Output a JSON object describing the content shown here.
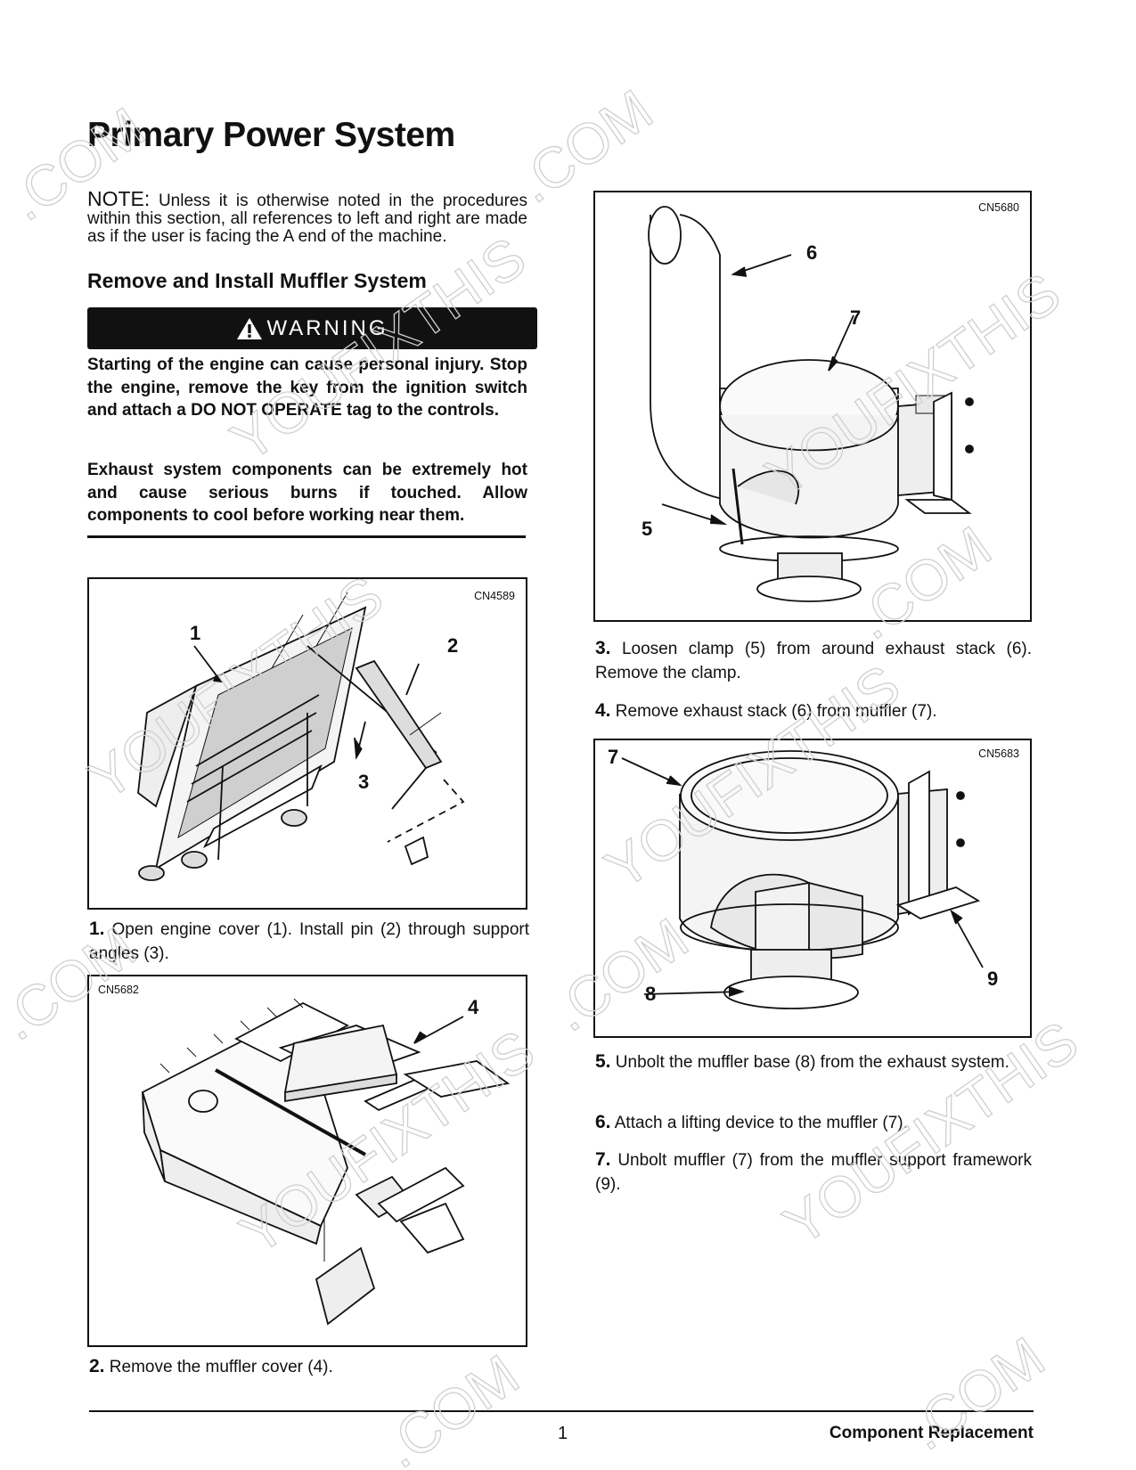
{
  "page": {
    "title": "Primary Power System",
    "note": {
      "label": "NOTE:",
      "text": "Unless it is otherwise noted in the procedures within this section, all references to left and right are made as if the user is facing the A end of the machine."
    },
    "section_heading": "Remove and Install Muffler System",
    "warning": {
      "label": "WARNING",
      "paragraphs": [
        "Starting of the engine can cause personal injury. Stop the engine, remove the key from the ignition switch and attach a DO NOT OPERATE tag to the controls.",
        "Exhaust system components can be extremely hot and cause serious burns if touched. Allow components to cool before working near them."
      ]
    }
  },
  "figures": [
    {
      "code": "CN4589",
      "callouts": [
        "1",
        "2",
        "3"
      ]
    },
    {
      "code": "CN5682",
      "callouts": [
        "4"
      ]
    },
    {
      "code": "CN5680",
      "callouts": [
        "6",
        "7",
        "5"
      ]
    },
    {
      "code": "CN5683",
      "callouts": [
        "7",
        "9",
        "8"
      ]
    }
  ],
  "steps": [
    {
      "num": "1.",
      "text": "Open engine cover (1). Install pin (2) through support angles (3)."
    },
    {
      "num": "2.",
      "text": "Remove the muffler cover (4)."
    },
    {
      "num": "3.",
      "text": "Loosen clamp (5) from around exhaust stack (6). Remove the clamp."
    },
    {
      "num": "4.",
      "text": "Remove exhaust stack (6) from muffler (7)."
    },
    {
      "num": "5.",
      "text": "Unbolt the muffler base (8) from the exhaust system."
    },
    {
      "num": "6.",
      "text": "Attach a lifting device to the muffler (7)."
    },
    {
      "num": "7.",
      "text": "Unbolt muffler (7) from the muffler support framework (9)."
    }
  ],
  "footer": {
    "page_number": "1",
    "section": "Component Replacement"
  },
  "watermark": {
    "text_1": "YOUFIXTHIS",
    "text_2": ".COM"
  }
}
